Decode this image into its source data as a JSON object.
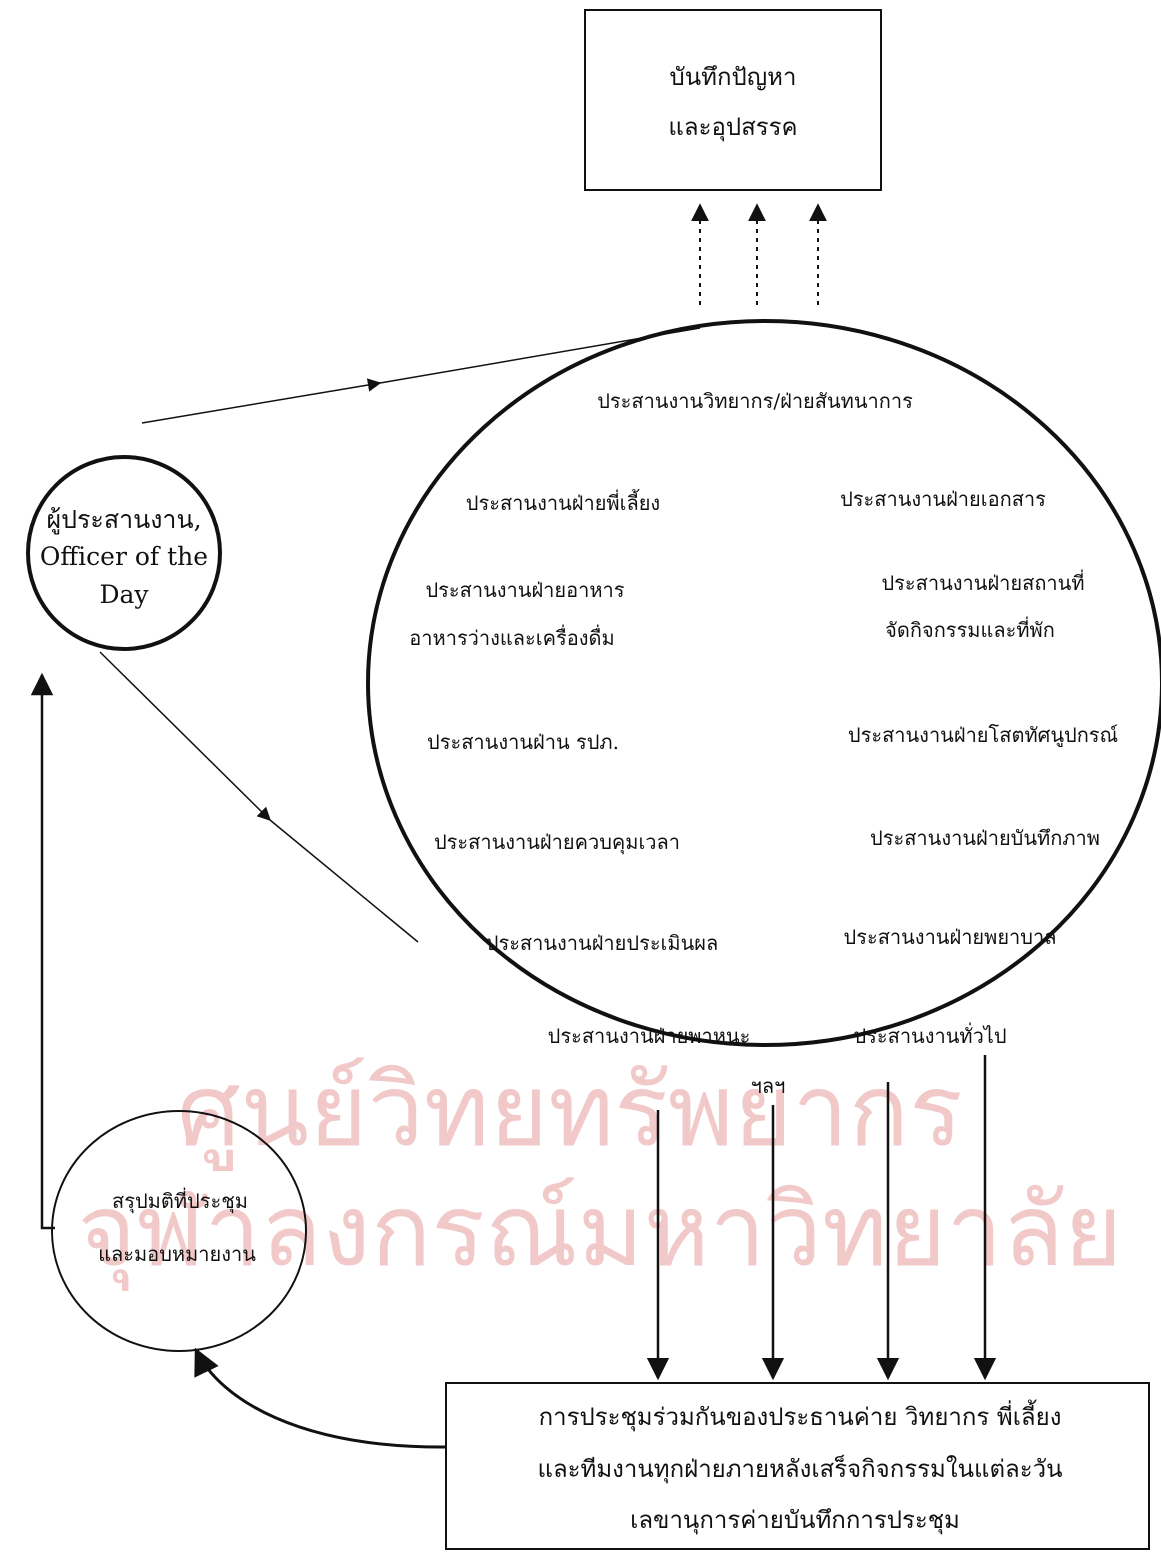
{
  "problem_box": {
    "lines": [
      "บันทึกปัญหา",
      "และอุปสรรค"
    ]
  },
  "officer": {
    "lines": [
      "ผู้ประสานงาน,",
      "Officer of the",
      "Day"
    ]
  },
  "coordination": {
    "top": "ประสานงานวิทยากร/ฝ่ายสันทนาการ",
    "left": [
      [
        "ประสานงานฝ่ายพี่เลี้ยง"
      ],
      [
        "ประสานงานฝ่ายอาหาร",
        "อาหารว่างและเครื่องดื่ม"
      ],
      [
        "ประสานงานฝ่าน รปภ."
      ],
      [
        "ประสานงานฝ่ายควบคุมเวลา"
      ],
      [
        "ประสานงานฝ่ายประเมินผล"
      ],
      [
        "ประสานงานฝ่ายพาหนะ"
      ]
    ],
    "right": [
      [
        "ประสานงานฝ่ายเอกสาร"
      ],
      [
        "ประสานงานฝ่ายสถานที่",
        "จัดกิจกรรมและที่พัก"
      ],
      [
        "ประสานงานฝ่ายโสตทัศนูปกรณ์"
      ],
      [
        "ประสานงานฝ่ายบันทึกภาพ"
      ],
      [
        "ประสานงานฝ่ายพยาบาล"
      ],
      [
        "ประสานงานทั่วไป"
      ]
    ],
    "etc": "ฯลฯ"
  },
  "summary": {
    "lines": [
      "สรุปมติที่ประชุม",
      "และมอบหมายงาน"
    ]
  },
  "meeting_box": {
    "lines": [
      "การประชุมร่วมกันของประธานค่าย วิทยากร พี่เลี้ยง",
      "และทีมงานทุกฝ่ายภายหลังเสร็จกิจกรรมในแต่ละวัน",
      "เลขานุการค่ายบันทึกการประชุม"
    ]
  },
  "watermark": {
    "lines": [
      "ศูนย์วิทยทรัพยากร",
      "จุฬาลงกรณ์มหาวิทยาลัย"
    ]
  },
  "colors": {
    "ink": "#111111",
    "watermark": "#f2c9c9"
  }
}
